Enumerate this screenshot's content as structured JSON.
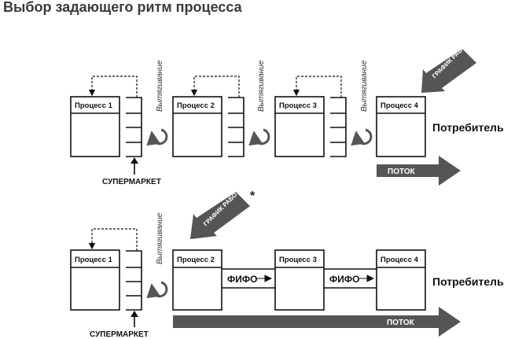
{
  "title": "Выбор задающего ритм процесса",
  "top_flow": {
    "processes": [
      "Процесс 1",
      "Процесс 2",
      "Процесс 3",
      "Процесс 4"
    ],
    "pull_labels": [
      "Вытягивание",
      "Вытягивание",
      "Вытягивание"
    ],
    "consumer": "Потребитель",
    "supermarket": "СУПЕРМАРКЕТ",
    "flow": "ПОТОК",
    "schedule": "ГРАФИК РАБОТ"
  },
  "bottom_flow": {
    "processes": [
      "Процесс 1",
      "Процесс 2",
      "Процесс 3",
      "Процесс 4"
    ],
    "pull_label": "Вытягивание",
    "fifo_labels": [
      "ФИФО",
      "ФИФО"
    ],
    "consumer": "Потребитель",
    "supermarket": "СУПЕРМАРКЕТ",
    "flow": "ПОТОК",
    "schedule": "ГРАФИК РАБОТ",
    "asterisk": "*"
  },
  "icons": {
    "cycle": "circular-arrow-icon",
    "supermarket": "supermarket-shelf-icon",
    "schedule": "schedule-arrow-icon"
  },
  "colors": {
    "arrow_fill": "#555555",
    "line": "#111111",
    "title": "#3a3a3a"
  }
}
